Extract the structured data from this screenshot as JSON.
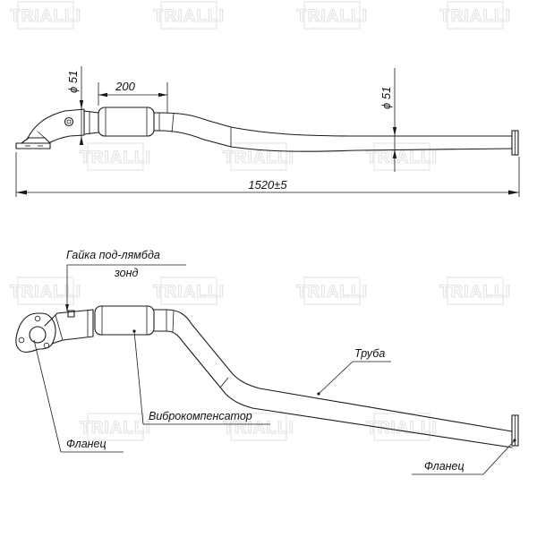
{
  "watermark": {
    "text": "TRIALLI"
  },
  "top_view": {
    "dim_total": "1520±5",
    "dim_section": "200",
    "dia_left": "ϕ 51",
    "dia_right": "ϕ 51"
  },
  "bottom_view": {
    "labels": {
      "lambda_nut_line1": "Гайка под-лямбда",
      "lambda_nut_line2": "зонд",
      "pipe": "Труба",
      "compensator": "Виброкомпенсатор",
      "flange_left": "Фланец",
      "flange_right": "Фланец"
    }
  }
}
